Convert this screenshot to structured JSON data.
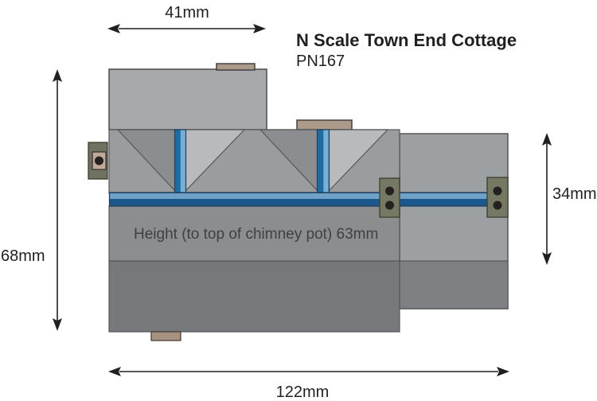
{
  "title": {
    "name": "N Scale Town End Cottage",
    "code": "PN167"
  },
  "dimensions": {
    "top_width": "41mm",
    "left_height": "68mm",
    "right_height": "34mm",
    "bottom_width": "122mm",
    "chimney_note": "Height (to top of chimney pot) 63mm"
  },
  "colors": {
    "ink": "#231f20",
    "note_ink": "#3f4043",
    "wall_top": "#a7a9ad",
    "wall_upper": "#9a9c9e",
    "wall_mid": "#8b8d8f",
    "wall_bottom": "#76787b",
    "ext_upper": "#9da0a2",
    "ext_bottom": "#7e8083",
    "roof_dark": "#8b8d90",
    "roof_light": "#b8babc",
    "ridge_dark_blue": "#1d6ca3",
    "ridge_light_blue": "#79afd3",
    "band_dark_blue": "#1b578a",
    "band_light_blue": "#6fa2c6",
    "tab_olive": "#757863",
    "tab_olive_left": "#6f7260",
    "tab_tan": "#c2aa9a",
    "chimney_tan": "#ab998a",
    "bottom_tab_tan": "#a6927f",
    "dot": "#26211f"
  }
}
